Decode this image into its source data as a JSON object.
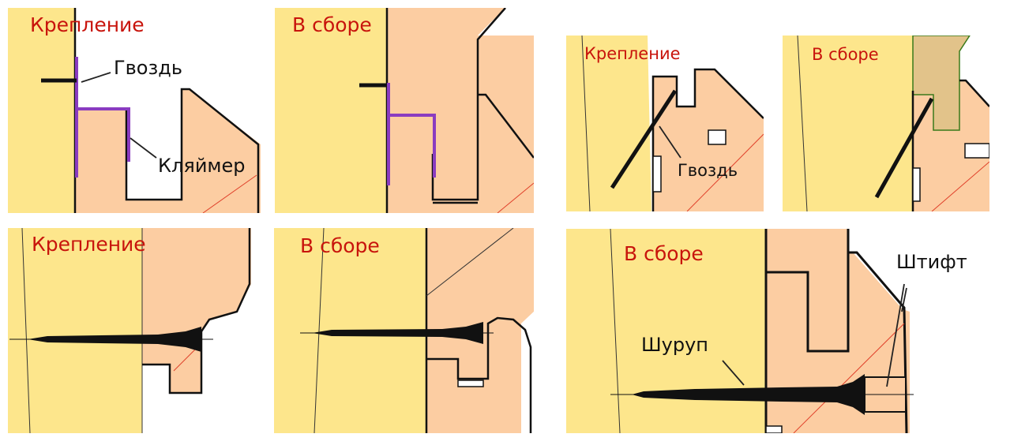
{
  "colors": {
    "wood_yellow": "#fde68c",
    "wood_orange": "#fccda2",
    "clamp": "#8a3cc0",
    "label_red": "#c8140c",
    "insert_tan": "#e2c38a"
  },
  "panels": [
    {
      "title": "Крепление",
      "labels": [
        "Гвоздь",
        "Кляймер"
      ]
    },
    {
      "title": "В сборе"
    },
    {
      "title": "Крепление",
      "labels": [
        "Гвоздь"
      ]
    },
    {
      "title": "В сборе"
    },
    {
      "title": "Крепление"
    },
    {
      "title": "В сборе"
    },
    {
      "title": "В сборе",
      "labels": [
        "Шуруп",
        "Штифт"
      ]
    }
  ]
}
